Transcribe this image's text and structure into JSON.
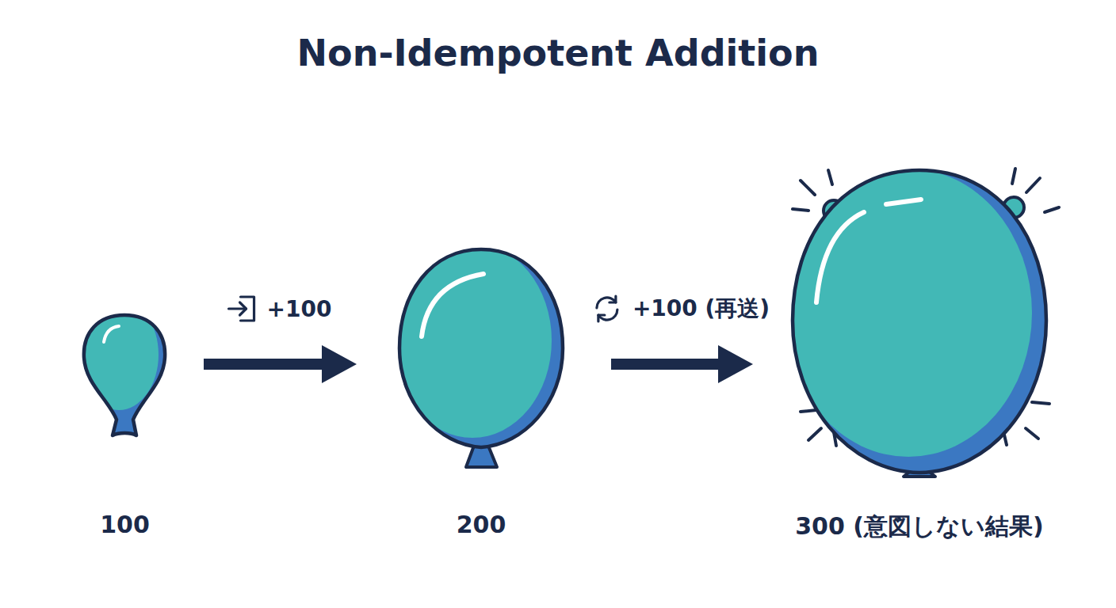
{
  "diagram": {
    "title": "Non-Idempotent Addition",
    "nodes": [
      {
        "text": [
          "100"
        ]
      },
      {
        "text": [
          "200"
        ]
      },
      {
        "text": [
          "300 (意図しない結果)"
        ]
      }
    ],
    "edges": [
      {
        "from": 0,
        "to": 1,
        "arrow": "to",
        "label": "+100"
      },
      {
        "from": 1,
        "to": 2,
        "arrow": "to",
        "label": "+100 (再送)"
      }
    ]
  }
}
